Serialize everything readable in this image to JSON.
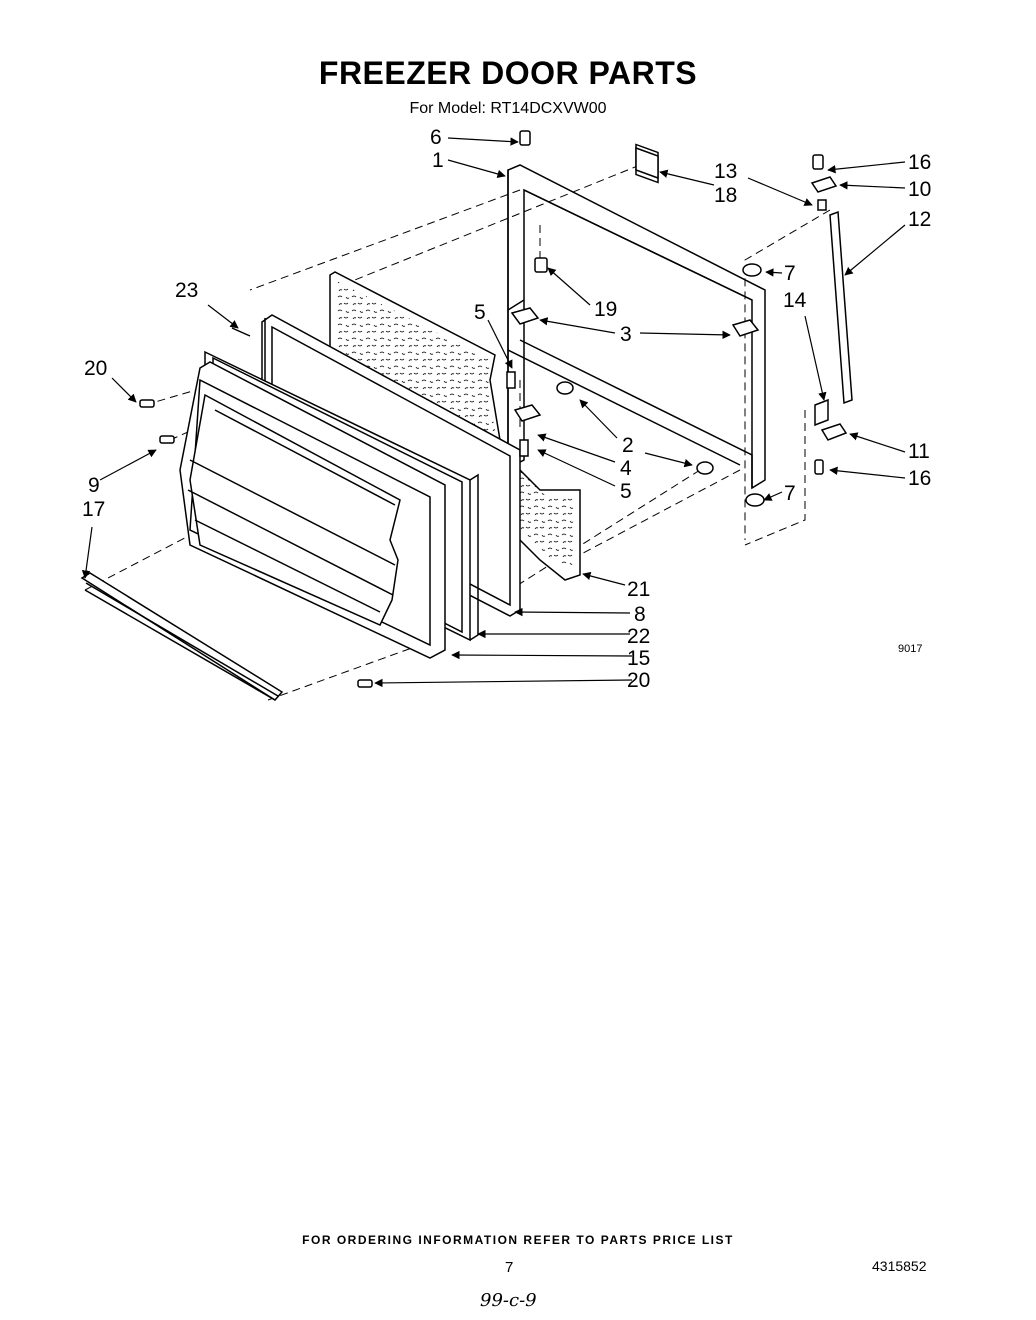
{
  "page": {
    "title": "FREEZER DOOR PARTS",
    "subtitle": "For Model: RT14DCXVW00",
    "footer_note": "FOR ORDERING INFORMATION REFER TO PARTS PRICE LIST",
    "page_number": "7",
    "document_number": "4315852",
    "handwritten_note": "99-c-9",
    "diagram_code": "9017"
  },
  "callouts": {
    "c1": "1",
    "c2": "2",
    "c3": "3",
    "c4": "4",
    "c5a": "5",
    "c5b": "5",
    "c6": "6",
    "c7a": "7",
    "c7b": "7",
    "c8": "8",
    "c9": "9",
    "c10": "10",
    "c11": "11",
    "c12": "12",
    "c13": "13",
    "c14": "14",
    "c15": "15",
    "c16a": "16",
    "c16b": "16",
    "c17": "17",
    "c18": "18",
    "c19": "19",
    "c20a": "20",
    "c20b": "20",
    "c21": "21",
    "c22": "22",
    "c23": "23"
  }
}
